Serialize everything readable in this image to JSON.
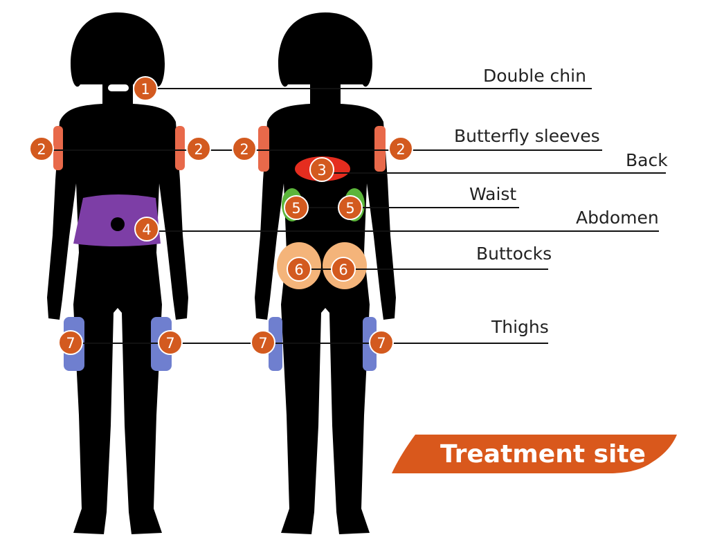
{
  "colors": {
    "silhouette": "#000000",
    "marker": "#d35a1f",
    "marker_stroke": "#ffffff",
    "chin": "#ffffff",
    "sleeves": "#e8694a",
    "back": "#e52d1f",
    "waist": "#5bb53a",
    "abdomen": "#7d3ea6",
    "buttocks": "#f4b47a",
    "thighs": "#6f7fcf",
    "banner": "#d9581c",
    "leader_line": "#111111"
  },
  "sites": [
    {
      "number": "1",
      "label": "Double chin"
    },
    {
      "number": "2",
      "label": "Butterfly sleeves"
    },
    {
      "number": "3",
      "label": "Back"
    },
    {
      "number": "5",
      "label": "Waist"
    },
    {
      "number": "4",
      "label": "Abdomen"
    },
    {
      "number": "6",
      "label": "Buttocks"
    },
    {
      "number": "7",
      "label": "Thighs"
    }
  ],
  "markers": {
    "m1": "1",
    "m2": "2",
    "m3": "3",
    "m4": "4",
    "m5": "5",
    "m6": "6",
    "m7": "7"
  },
  "banner": {
    "title": "Treatment site"
  }
}
